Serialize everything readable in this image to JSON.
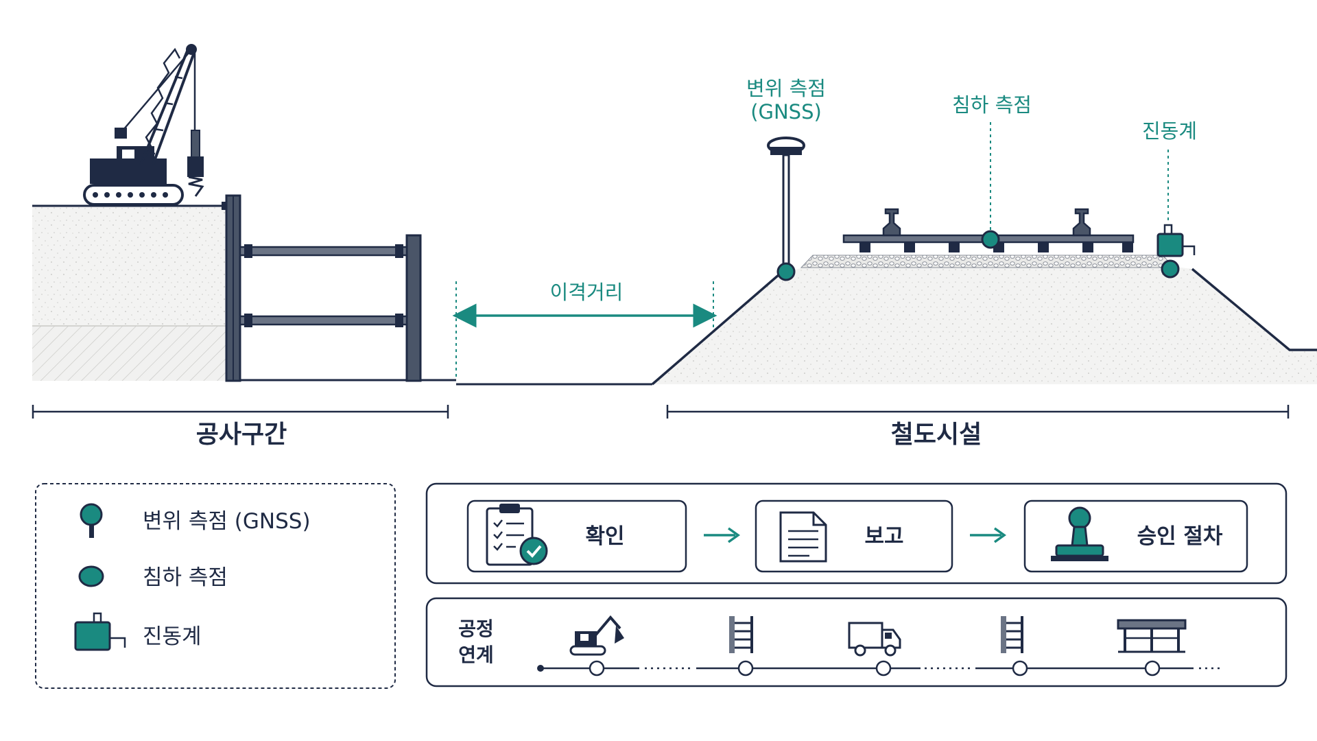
{
  "colors": {
    "navy": "#1f2a44",
    "teal": "#1a8a80",
    "soil": "#f3f3f2",
    "soil_dot": "#c9c9c6"
  },
  "diagram": {
    "labels": {
      "gnss_line1": "변위 측점",
      "gnss_line2": "(GNSS)",
      "settlement": "침하 측점",
      "vibration": "진동계",
      "separation": "이격거리"
    },
    "sections": {
      "construction": "공사구간",
      "railway": "철도시설"
    },
    "icons": {
      "crane": "crawler-crane-icon",
      "gnss": "gnss-pole-icon",
      "settlement": "settlement-point-icon",
      "vibration": "vibration-meter-icon"
    }
  },
  "legend": {
    "items": [
      {
        "icon": "gnss-marker-icon",
        "label": "변위 측점 (GNSS)"
      },
      {
        "icon": "settlement-marker-icon",
        "label": "침하 측점"
      },
      {
        "icon": "vibration-marker-icon",
        "label": "진동계"
      }
    ]
  },
  "process": {
    "steps": [
      {
        "icon": "checklist-icon",
        "label": "확인"
      },
      {
        "icon": "document-icon",
        "label": "보고"
      },
      {
        "icon": "stamp-icon",
        "label": "승인 절차"
      }
    ],
    "arrow_icon": "arrow-right-icon"
  },
  "linkage": {
    "label_line1": "공정",
    "label_line2": "연계",
    "icons": [
      "excavator-icon",
      "ladder-icon",
      "truck-icon",
      "ladder-icon",
      "structure-icon"
    ]
  }
}
